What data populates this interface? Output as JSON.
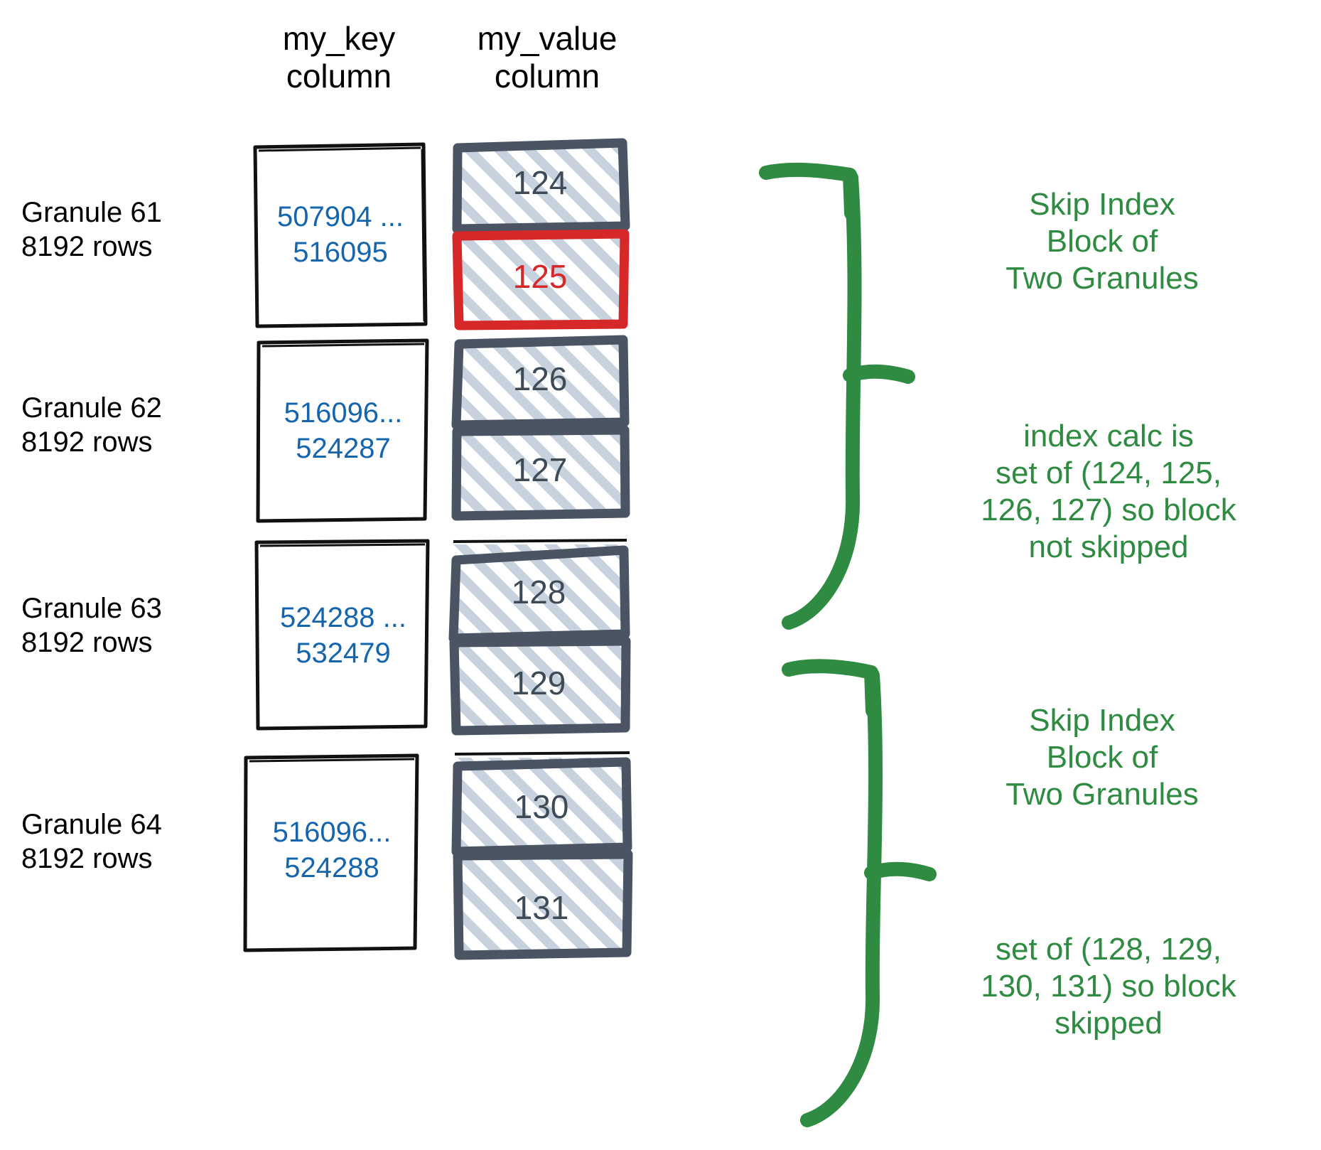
{
  "headers": {
    "key_column": "my_key\ncolumn",
    "value_column": "my_value\ncolumn"
  },
  "colors": {
    "key_text": "#1565AE",
    "value_text": "#3E4A56",
    "highlight_red": "#D62828",
    "annotation_green": "#2E8B41",
    "box_border_dark": "#4A5462",
    "hatch": "#C8D2DE"
  },
  "granules": [
    {
      "label": "Granule 61\n8192 rows",
      "key_range": "507904 ...\n516095",
      "values": [
        {
          "value": "124",
          "highlighted": false
        },
        {
          "value": "125",
          "highlighted": true
        }
      ]
    },
    {
      "label": "Granule 62\n8192 rows",
      "key_range": "516096...\n524287",
      "values": [
        {
          "value": "126",
          "highlighted": false
        },
        {
          "value": "127",
          "highlighted": false
        }
      ]
    },
    {
      "label": "Granule 63\n8192 rows",
      "key_range": "524288 ...\n532479",
      "values": [
        {
          "value": "128",
          "highlighted": false
        },
        {
          "value": "129",
          "highlighted": false
        }
      ]
    },
    {
      "label": "Granule 64\n8192 rows",
      "key_range": "516096...\n524288",
      "values": [
        {
          "value": "130",
          "highlighted": false
        },
        {
          "value": "131",
          "highlighted": false
        }
      ]
    }
  ],
  "annotations": [
    {
      "text": "Skip Index\nBlock of\nTwo Granules"
    },
    {
      "text": "index calc is\nset of (124, 125,\n126, 127) so block\nnot skipped"
    },
    {
      "text": "Skip Index\nBlock of\nTwo Granules"
    },
    {
      "text": "set of (128, 129,\n130, 131) so block\nskipped"
    }
  ]
}
